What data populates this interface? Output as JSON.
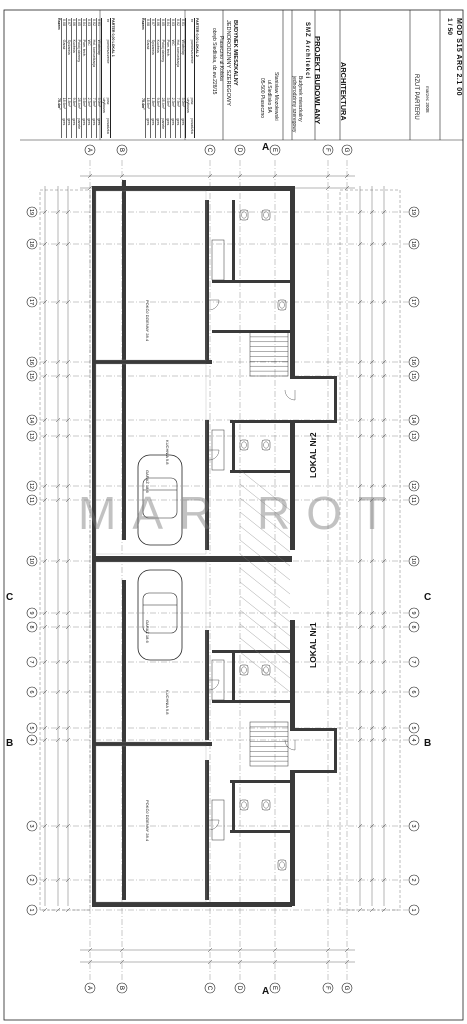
{
  "watermark": "MAR ROT",
  "project_header": {
    "building": "BUDYNEK MIESZKALNY",
    "building_type": "JEDNORODZINNY SZEREGOWY",
    "location_1": "Piaseczno ul.Kolska",
    "location_2": "obręb Siedliska, dz.ew.228/15",
    "investor_1": "Stanisław Mozołewski",
    "investor_2": "ul.Siedlisko 9A",
    "investor_3": "05-500 Piaseczno"
  },
  "title_block": {
    "object": "Budynek mieszkalny",
    "object_type": "jednorodzinny szeregowy",
    "stage": "PROJEKT BUDOWLANY",
    "branch": "ARCHITEKTURA",
    "drawing": "RZUT PARTERU",
    "date": "marzec 2008",
    "scale": "1 / 50",
    "code": "MOD  S15  ARC  2.1  00",
    "office": "SMZ Architekci"
  },
  "room_table_1": {
    "header": [
      "nr",
      "pomieszczenie",
      "pow. użytkowa",
      "posadzka"
    ],
    "title": "PARTER 0,00 LOKAL 1",
    "rows": [
      [
        "0.01",
        "Wiatrołap",
        "3.0m²",
        "gres"
      ],
      [
        "0.02",
        "Hol, komunikacja",
        "7.9m²",
        "gres"
      ],
      [
        "0.03",
        "WC",
        "2.3m²",
        "gres"
      ],
      [
        "0.04",
        "Pom. tech.",
        "3.6m²",
        "gres"
      ],
      [
        "0.05",
        "Pokój dzienny",
        "28.4m²",
        "panele"
      ],
      [
        "0.06",
        "Kuchnia",
        "9.8m²",
        "gres"
      ],
      [
        "0.07",
        "Spiżarnia",
        "1.8m²",
        "gres"
      ],
      [
        "0.08",
        "Garaż",
        "18.6m²",
        "gres"
      ]
    ],
    "total_label": "Razem",
    "total": "75.4m²"
  },
  "room_table_2": {
    "title": "PARTER 0,00 LOKAL 2",
    "rows": [
      [
        "0.01",
        "Wiatrołap",
        "3.0m²",
        "gres"
      ],
      [
        "0.02",
        "Hol, komunikacja",
        "7.9m²",
        "gres"
      ],
      [
        "0.03",
        "WC",
        "2.3m²",
        "gres"
      ],
      [
        "0.04",
        "Pom. tech.",
        "3.6m²",
        "gres"
      ],
      [
        "0.05",
        "Pokój dzienny",
        "28.4m²",
        "panele"
      ],
      [
        "0.06",
        "Kuchnia",
        "9.8m²",
        "gres"
      ],
      [
        "0.07",
        "Spiżarnia",
        "1.8m²",
        "gres"
      ],
      [
        "0.08",
        "Garaż",
        "18.6m²",
        "gres"
      ]
    ],
    "total_label": "Razem",
    "total": "75.4m²"
  },
  "grid_axes_letters": [
    "A",
    "B",
    "C",
    "D",
    "E",
    "F",
    "G"
  ],
  "grid_axes_numbers": [
    "1",
    "2",
    "3",
    "4",
    "5",
    "6",
    "7",
    "8",
    "9",
    "10",
    "11",
    "12",
    "13",
    "14",
    "15",
    "16",
    "17",
    "18",
    "19"
  ],
  "unit_labels": [
    "LOKAL Nr1",
    "LOKAL Nr2"
  ],
  "section_marks": [
    "B",
    "C",
    "A"
  ],
  "room_labels": [
    "POKÓJ DZIENNY 28.4",
    "KUCHNIA 9.8",
    "GARAŻ 18.6",
    "POKÓJ DZIENNY 28.4",
    "KUCHNIA 9.8",
    "GARAŻ 18.6"
  ]
}
